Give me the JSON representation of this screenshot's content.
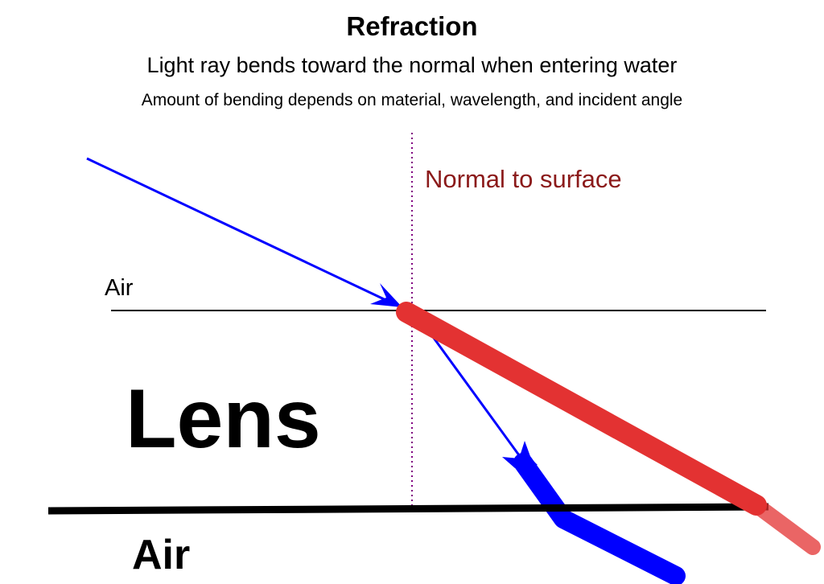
{
  "title": "Refraction",
  "subtitle": "Light ray bends toward the normal when entering water",
  "note": "Amount of bending depends on material, wavelength, and incident angle",
  "normal_label": "Normal to surface",
  "air_top_label": "Air",
  "lens_label": "Lens",
  "air_bottom_label": "Air",
  "colors": {
    "ray": "#0000ff",
    "reflected_ray": "#e33232",
    "normal": "#800080",
    "normal_label": "#8b1a1a"
  }
}
